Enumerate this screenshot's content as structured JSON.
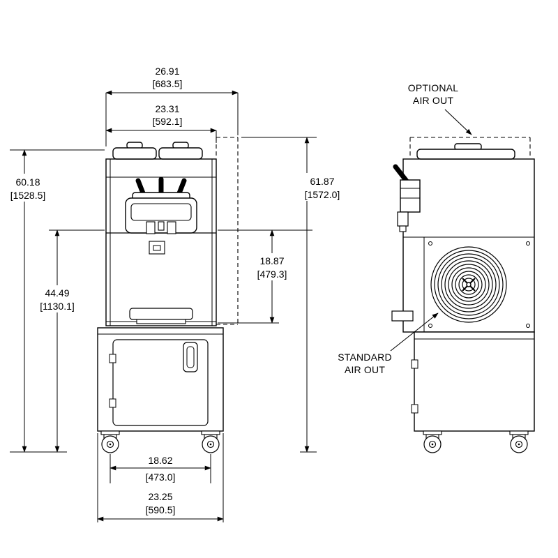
{
  "page": {
    "background": "#ffffff",
    "line_color": "#000000",
    "subject": "soft-serve freezer dimensional drawing, front and side views"
  },
  "callouts": {
    "optional_air_out": {
      "line1": "OPTIONAL",
      "line2": "AIR OUT"
    },
    "standard_air_out": {
      "line1": "STANDARD",
      "line2": "AIR OUT"
    }
  },
  "dimensions": {
    "overall_width_top": {
      "inches": "26.91",
      "mm": "[683.5]"
    },
    "body_width_top": {
      "inches": "23.31",
      "mm": "[592.1]"
    },
    "overall_height": {
      "inches": "60.18",
      "mm": "[1528.5]"
    },
    "dispense_height": {
      "inches": "44.49",
      "mm": "[1130.1]"
    },
    "height_with_optional_air_out": {
      "inches": "61.87",
      "mm": "[1572.0]"
    },
    "mid_height": {
      "inches": "18.87",
      "mm": "[479.3]"
    },
    "caster_track": {
      "inches": "18.62",
      "mm": "[473.0]"
    },
    "base_width": {
      "inches": "23.25",
      "mm": "[590.5]"
    }
  }
}
